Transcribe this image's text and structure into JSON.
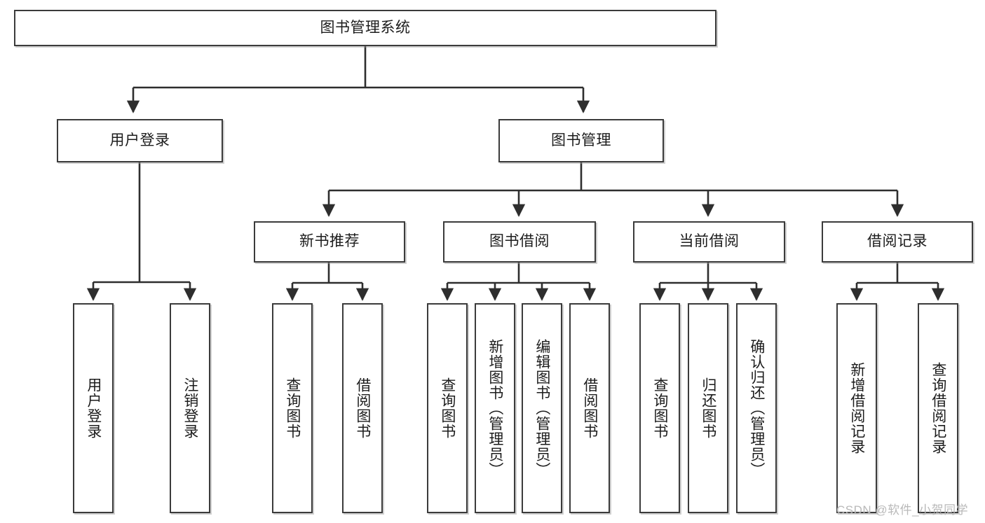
{
  "diagram": {
    "title": "图书管理系统",
    "type": "tree",
    "background": "#ffffff",
    "border_color": "#3b3b3b",
    "text_color": "#1c1c1c"
  },
  "nodes": {
    "root": {
      "label": "图书管理系统"
    },
    "level1": [
      {
        "label": "用户登录"
      },
      {
        "label": "图书管理"
      }
    ],
    "level2": [
      {
        "label": "新书推荐"
      },
      {
        "label": "图书借阅"
      },
      {
        "label": "当前借阅"
      },
      {
        "label": "借阅记录"
      }
    ],
    "leaves_user_login": [
      {
        "label": "用户登录"
      },
      {
        "label": "注销登录"
      }
    ],
    "leaves_new_book": [
      {
        "label": "查询图书"
      },
      {
        "label": "借阅图书"
      }
    ],
    "leaves_borrow": [
      {
        "label": "查询图书"
      },
      {
        "label": "新增图书（管理员）"
      },
      {
        "label": "编辑图书（管理员）"
      },
      {
        "label": "借阅图书"
      }
    ],
    "leaves_current": [
      {
        "label": "查询图书"
      },
      {
        "label": "归还图书"
      },
      {
        "label": "确认归还（管理员）"
      }
    ],
    "leaves_record": [
      {
        "label": "新增借阅记录"
      },
      {
        "label": "查询借阅记录"
      }
    ]
  },
  "watermark": {
    "text": "CSDN @软件_小贺同学",
    "color": "#b9b9b9"
  }
}
